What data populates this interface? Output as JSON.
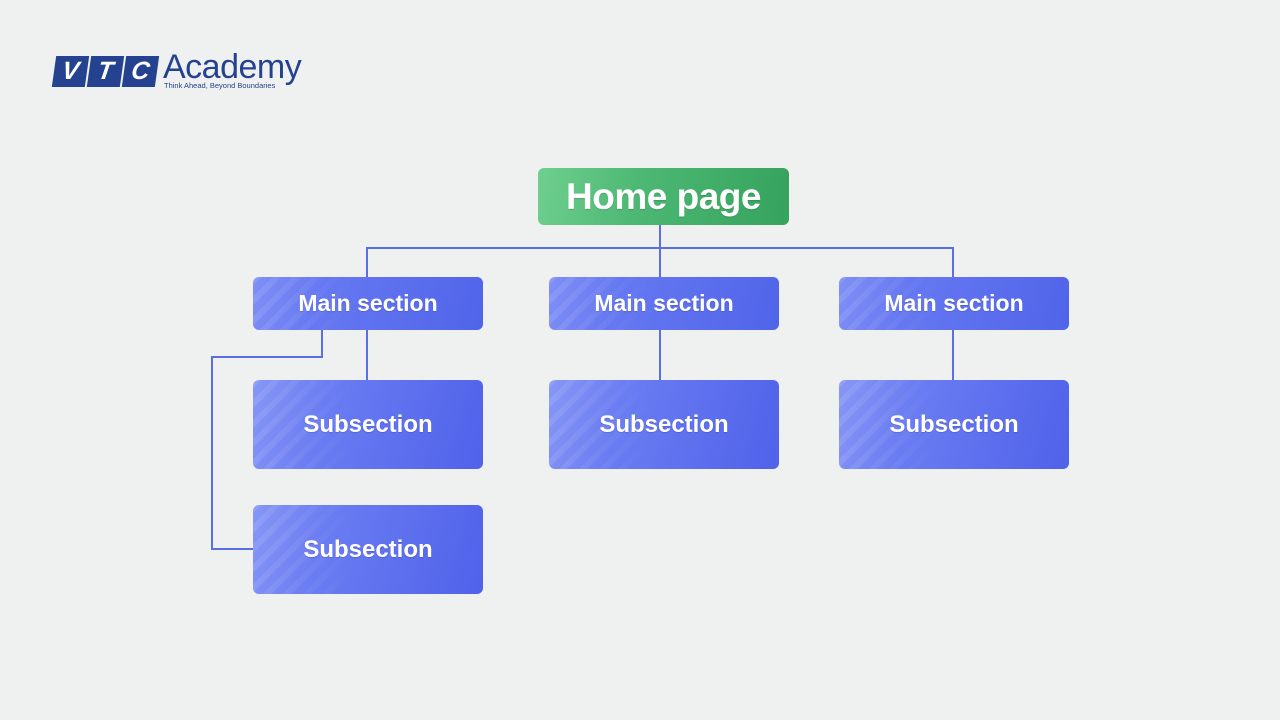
{
  "logo": {
    "letters": [
      "V",
      "T",
      "C"
    ],
    "word": "Academy",
    "tagline": "Think Ahead, Beyond Boundaries",
    "color": "#24428f"
  },
  "colors": {
    "background": "#eff1f1",
    "home_node": "#4cb873",
    "section_node": "#6678f1",
    "connector": "#5a6ee6"
  },
  "diagram": {
    "home": "Home page",
    "sections": [
      {
        "label": "Main section",
        "subsections": [
          "Subsection",
          "Subsection"
        ]
      },
      {
        "label": "Main section",
        "subsections": [
          "Subsection"
        ]
      },
      {
        "label": "Main section",
        "subsections": [
          "Subsection"
        ]
      }
    ]
  }
}
